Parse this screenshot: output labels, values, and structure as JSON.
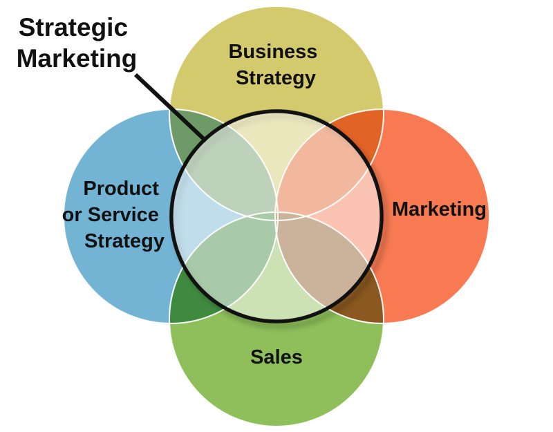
{
  "callout": {
    "line1": "Strategic",
    "line2": "Marketing"
  },
  "circles": {
    "business": {
      "line1": "Business",
      "line2": "Strategy",
      "color": "#D3C96D"
    },
    "product": {
      "line1": "Product",
      "line2": "or Service",
      "line3": "Strategy",
      "color": "#73B3D3"
    },
    "marketing": {
      "label": "Marketing",
      "color": "#F77A52"
    },
    "sales": {
      "label": "Sales",
      "color": "#8EBF5A"
    }
  },
  "overlap_colors": {
    "business_product": "#6E9A68",
    "business_marketing": "#E26326",
    "product_sales": "#3E8A3F",
    "marketing_sales": "#8A5820",
    "center_tint": "#FFFFFF",
    "outline": "#111111"
  }
}
